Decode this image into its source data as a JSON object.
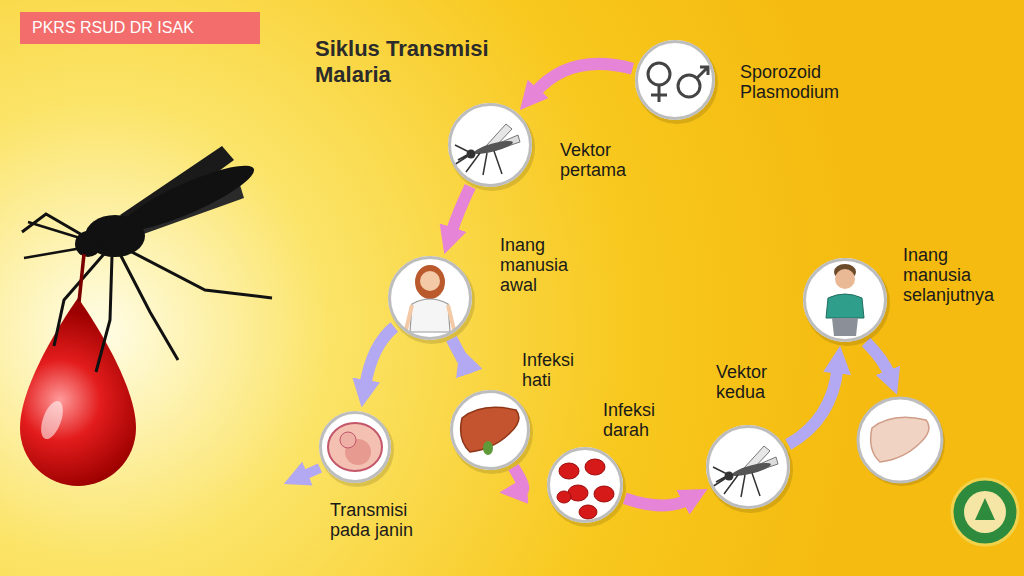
{
  "diagram": {
    "title": "Siklus Transmisi Malaria",
    "nodes": [
      {
        "text": [
          "PKRS RSUD DR ISAK"
        ]
      },
      {
        "text": [
          "Sporozoid Plasmodium"
        ]
      },
      {
        "text": [
          "Vektor pertama"
        ]
      },
      {
        "text": [
          "Inang manusia awal"
        ]
      },
      {
        "text": [
          "Transmisi pada janin"
        ]
      },
      {
        "text": [
          "Infeksi hati"
        ]
      },
      {
        "text": [
          "Infeksi darah"
        ]
      },
      {
        "text": [
          "Vektor kedua"
        ]
      },
      {
        "text": [
          "Inang manusia selanjutnya"
        ]
      }
    ],
    "edges": [
      {
        "from": 1,
        "to": 2,
        "arrow": "to"
      },
      {
        "from": 2,
        "to": 3,
        "arrow": "to"
      },
      {
        "from": 3,
        "to": 4,
        "arrow": "to"
      },
      {
        "from": 3,
        "to": 5,
        "arrow": "to"
      },
      {
        "from": 5,
        "to": 6,
        "arrow": "to"
      },
      {
        "from": 6,
        "to": 7,
        "arrow": "to"
      },
      {
        "from": 7,
        "to": 8,
        "arrow": "to"
      }
    ]
  }
}
